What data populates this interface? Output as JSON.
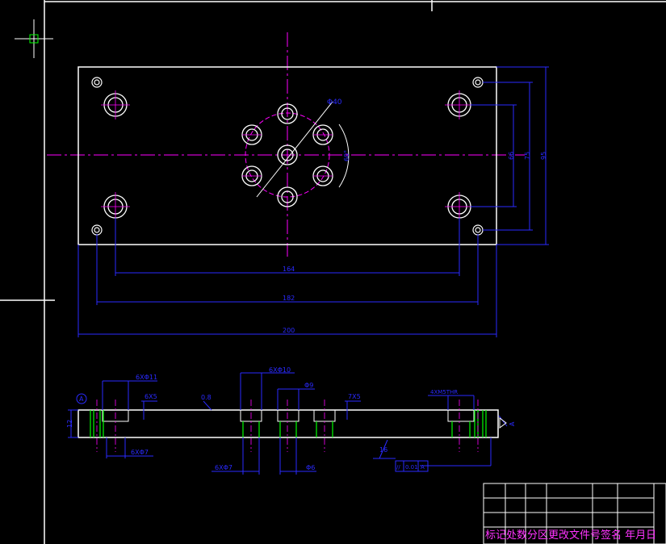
{
  "colors": {
    "background": "#000000",
    "outline": "#ffffff",
    "dimension": "#2a2aff",
    "centerline": "#ff00ff",
    "hidden": "#00ff00",
    "titleblock_text": "#ff33ff"
  },
  "plan_view": {
    "dims_horizontal": [
      "164",
      "182",
      "200"
    ],
    "dims_vertical": [
      "66",
      "75",
      "95"
    ],
    "pcd_label": "Φ40",
    "angle_label": "60°"
  },
  "section_view": {
    "callouts": {
      "c1": "6XΦ11",
      "c2": "6X5",
      "c3": "0.8",
      "c4": "6XΦ10",
      "c5": "Φ9",
      "c6": "7X5",
      "c7": "4XM5THR",
      "c8": "12",
      "c9": "6XΦ7",
      "c10": "6XΦ7",
      "c11": "Φ6",
      "c12": "16"
    },
    "datum_marker": "A",
    "tolerance_box": [
      "//",
      "0.01",
      "A"
    ],
    "datum_a": "A"
  },
  "title_block": {
    "row_label": "标记处数分区更改文件号签名 年月日"
  },
  "icons": {
    "crosshair": "cad-crosshair-cursor"
  }
}
